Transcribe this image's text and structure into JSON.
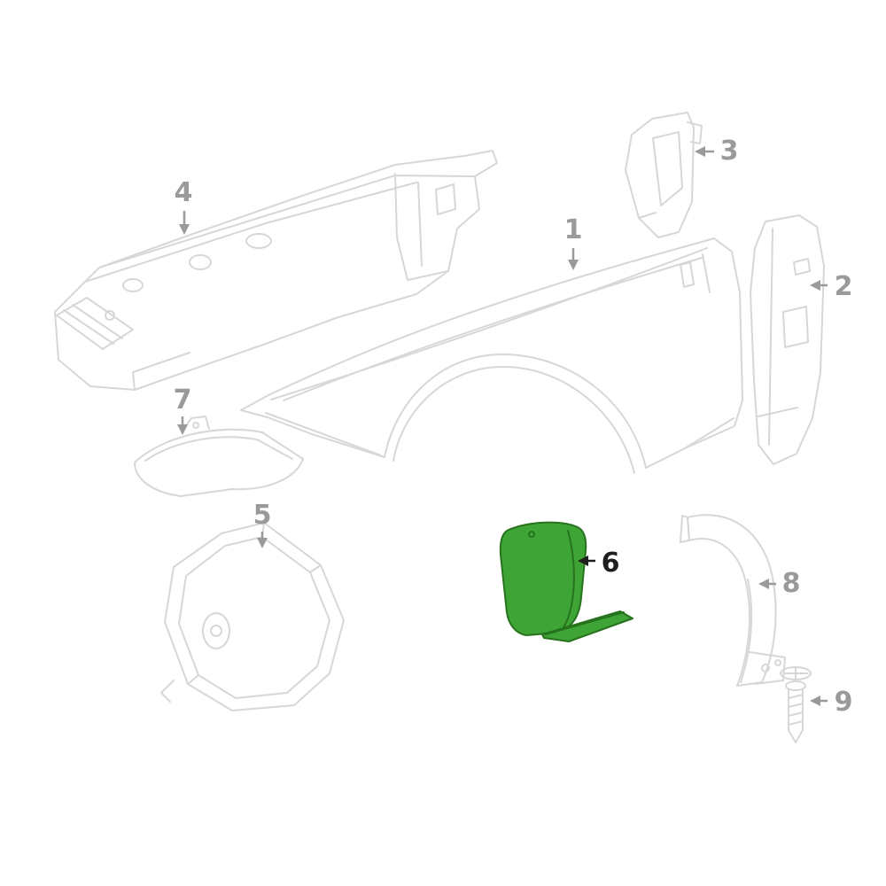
{
  "diagram": {
    "kind": "exploded-parts-diagram",
    "colors": {
      "background": "#ffffff",
      "line": "#d7d7d7",
      "label": "#9a9a9a",
      "label-dark": "#1f1f1f",
      "highlight": "#3fa436",
      "highlight-stroke": "#27721c"
    },
    "callouts": [
      {
        "label": "1"
      },
      {
        "label": "2"
      },
      {
        "label": "3"
      },
      {
        "label": "4"
      },
      {
        "label": "5"
      },
      {
        "label": "6"
      },
      {
        "label": "7"
      },
      {
        "label": "8"
      },
      {
        "label": "9"
      }
    ]
  }
}
